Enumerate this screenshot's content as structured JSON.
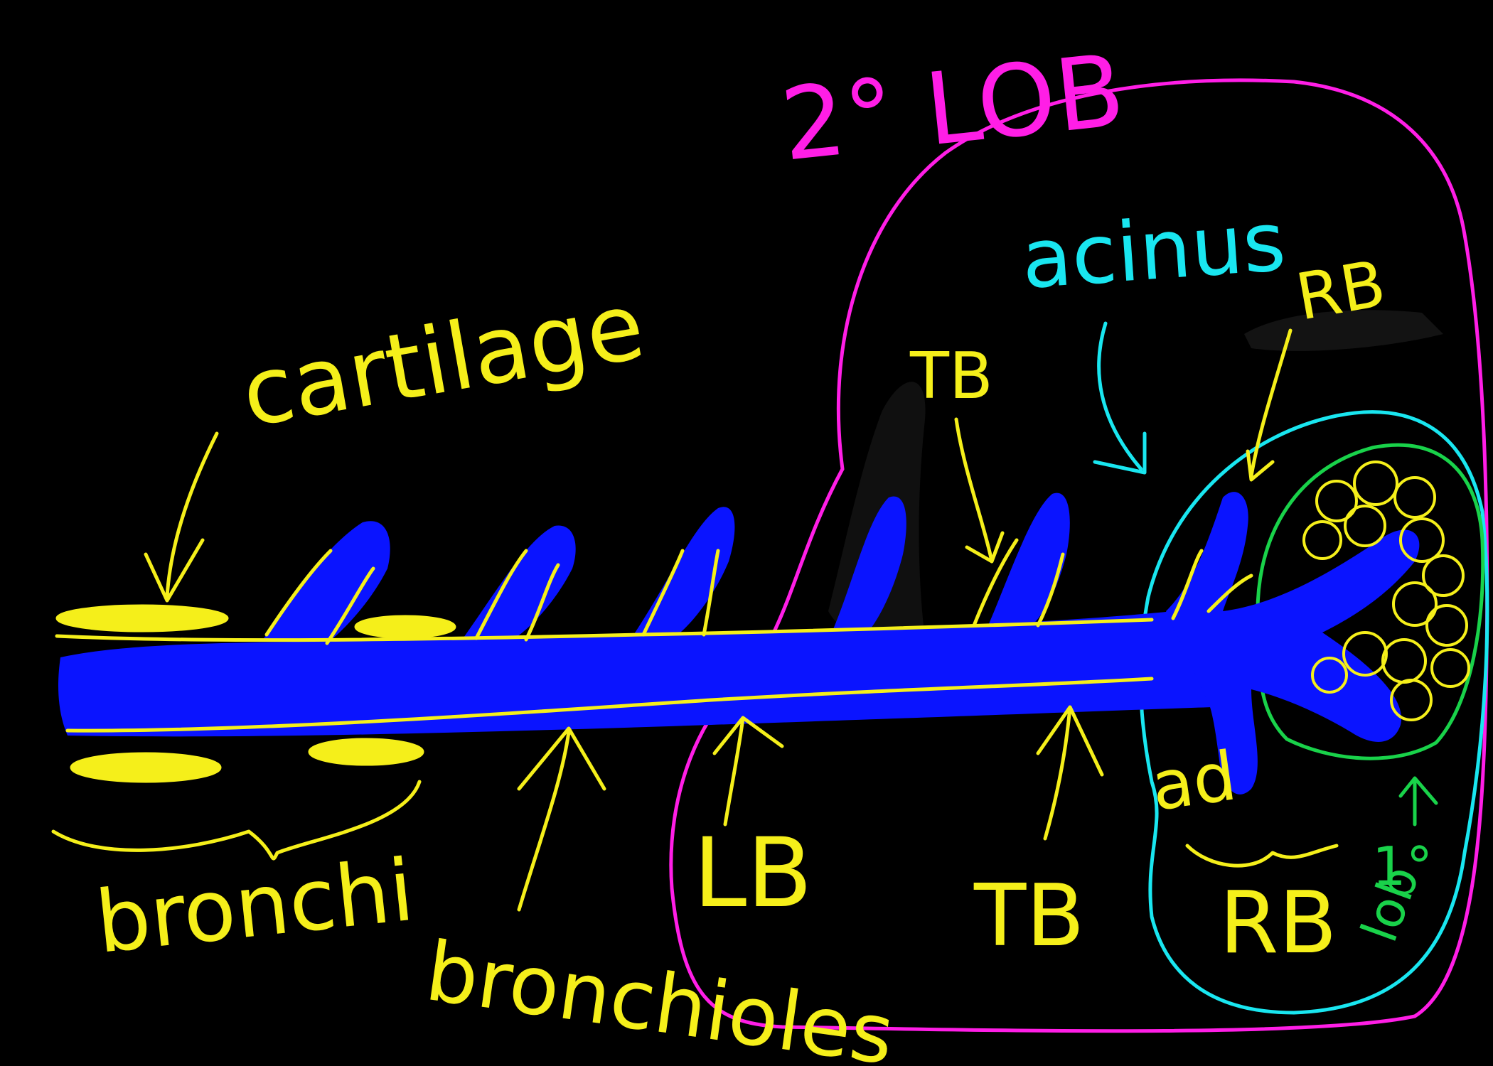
{
  "colors": {
    "background": "#000000",
    "airway": "#0a14ff",
    "annotation": "#f5ef1a",
    "secondary_lobule": "#ff1ee6",
    "acinus": "#19e6f0",
    "primary_lobule": "#19d24a"
  },
  "labels": {
    "secondary_lobule": "2° LOB",
    "cartilage": "cartilage",
    "acinus": "acinus",
    "tb_top": "TB",
    "rb_top": "RB",
    "bronchi": "bronchi",
    "bronchioles": "bronchioles",
    "lb": "LB",
    "tb_bottom": "TB",
    "rb_bottom": "RB",
    "ad": "ad",
    "primary_lobule_line1": "1°",
    "primary_lobule_line2": "lob"
  }
}
